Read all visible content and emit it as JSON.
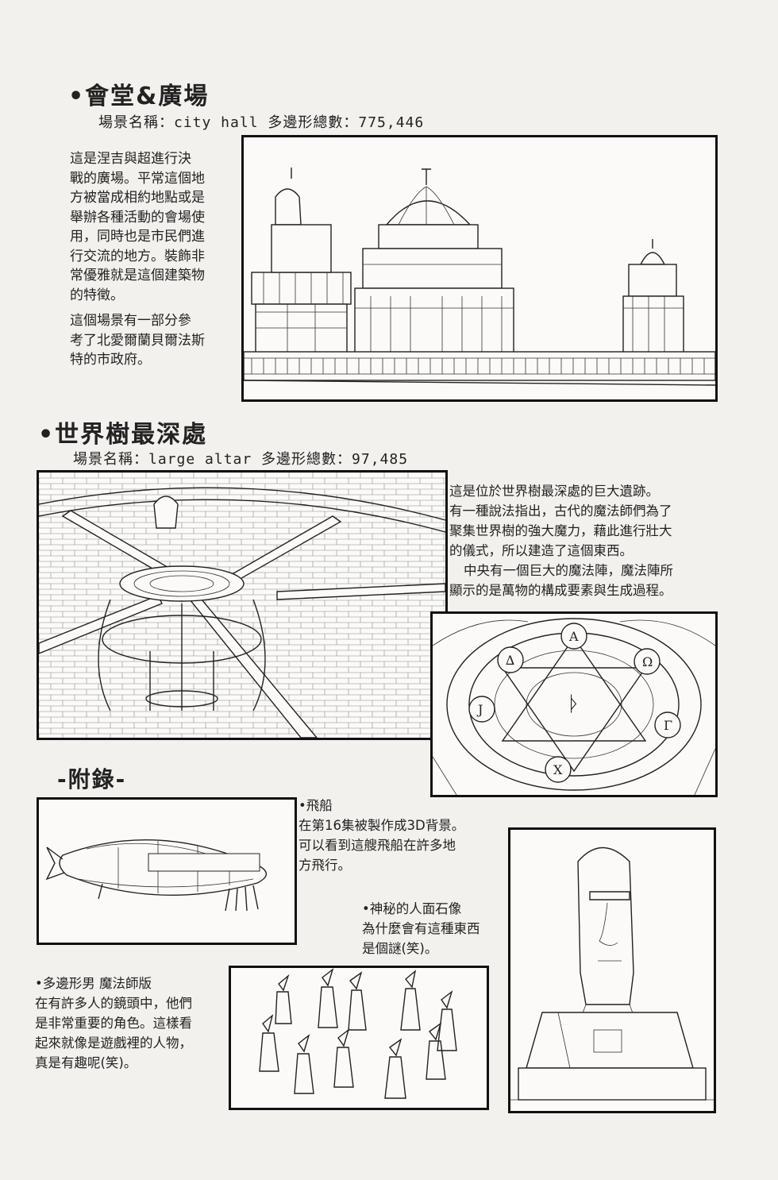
{
  "section1": {
    "title": "•會堂&廣場",
    "subtitle": "場景名稱：city hall 多邊形總數：775,446",
    "paragraph1": "這是涅吉與超進行決\n戰的廣場。平常這個地\n方被當成相約地點或是\n舉辦各種活動的會場使\n用，同時也是市民們進\n行交流的地方。裝飾非\n常優雅就是這個建築物\n的特徵。",
    "paragraph2": "這個場景有一部分參\n考了北愛爾蘭貝爾法斯\n特的市政府。"
  },
  "section2": {
    "title": "•世界樹最深處",
    "subtitle": "場景名稱：large altar 多邊形總數：97,485",
    "paragraph1": "這是位於世界樹最深處的巨大遺跡。\n有一種說法指出，古代的魔法師們為了\n聚集世界樹的強大魔力，藉此進行壯大\n的儀式，所以建造了這個東西。",
    "paragraph2": "中央有一個巨大的魔法陣，魔法陣所\n顯示的是萬物的構成要素與生成過程。"
  },
  "appendix": {
    "title": "-附錄-",
    "airship_caption": "•飛船\n在第16集被製作成3D背景。\n可以看到這艘飛船在許多地\n方飛行。",
    "moai_caption": "•神秘的人面石像\n為什麼會有這種東西\n是個謎(笑)。",
    "mages_caption": "•多邊形男 魔法師版\n在有許多人的鏡頭中，他們\n是非常重要的角色。這樣看\n起來就像是遊戲裡的人物，\n真是有趣呢(笑)。"
  }
}
